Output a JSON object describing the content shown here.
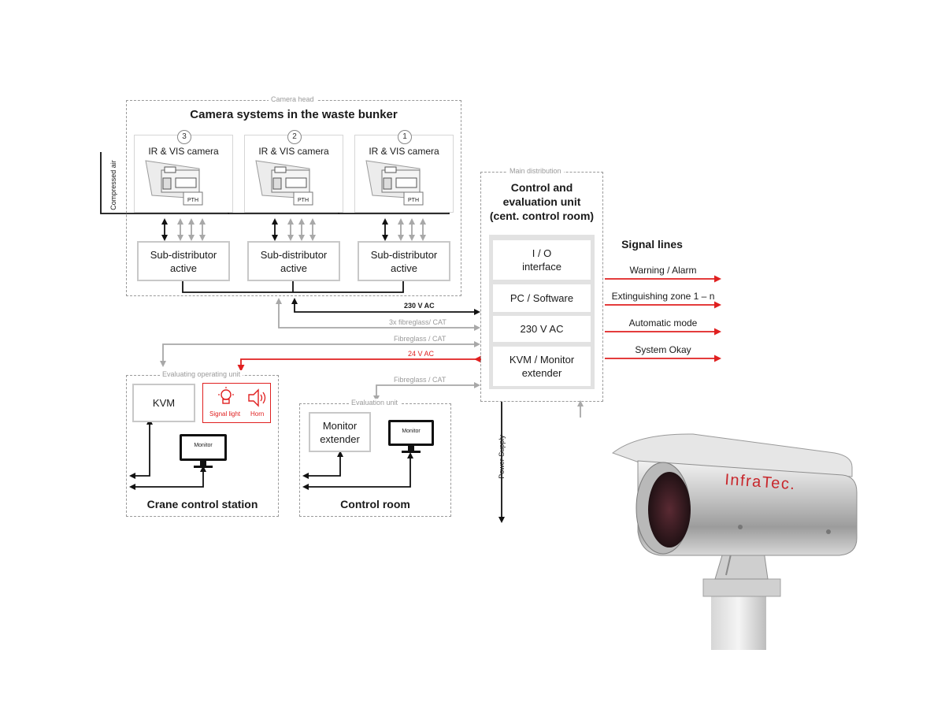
{
  "camera_head": {
    "caption": "Camera head",
    "title": "Camera systems in the waste bunker",
    "cameras": [
      {
        "number": "3",
        "label": "IR & VIS camera",
        "tag": "PTH"
      },
      {
        "number": "2",
        "label": "IR & VIS camera",
        "tag": "PTH"
      },
      {
        "number": "1",
        "label": "IR & VIS camera",
        "tag": "PTH"
      }
    ],
    "sub_distributors": [
      "Sub-distributor active",
      "Sub-distributor active",
      "Sub-distributor active"
    ],
    "compressed_air": "Compressed air"
  },
  "main_distribution": {
    "caption": "Main distribution",
    "title_lines": [
      "Control and",
      "evaluation unit",
      "(cent. control room)"
    ],
    "blocks": [
      "I / O interface",
      "PC / Software",
      "230 V AC",
      "KVM / Monitor extender"
    ],
    "power_supply": "Power Supply"
  },
  "signal_lines": {
    "title": "Signal lines",
    "items": [
      "Warning / Alarm",
      "Extinguishing zone 1 – n",
      "Automatic mode",
      "System Okay"
    ]
  },
  "connections": {
    "ac": "230 V AC",
    "fibre_cat_3x": "3x fibreglass/ CAT",
    "fibre_cat_1": "Fibreglass / CAT",
    "dc": "24 V AC",
    "fibre_cat_2": "Fibreglass / CAT"
  },
  "crane_station": {
    "caption": "Evaluating operating unit",
    "title": "Crane control station",
    "kvm": "KVM",
    "monitor": "Monitor",
    "signal_light": "Signal light",
    "horn": "Horn"
  },
  "control_room": {
    "caption": "Evaluation unit",
    "title": "Control room",
    "extender": "Monitor extender",
    "monitor": "Monitor"
  },
  "product_photo": {
    "brand": "InfraTec."
  },
  "colors": {
    "alarm_red": "#e02020",
    "line_grey": "#a8a8a8",
    "line_black": "#111111"
  }
}
